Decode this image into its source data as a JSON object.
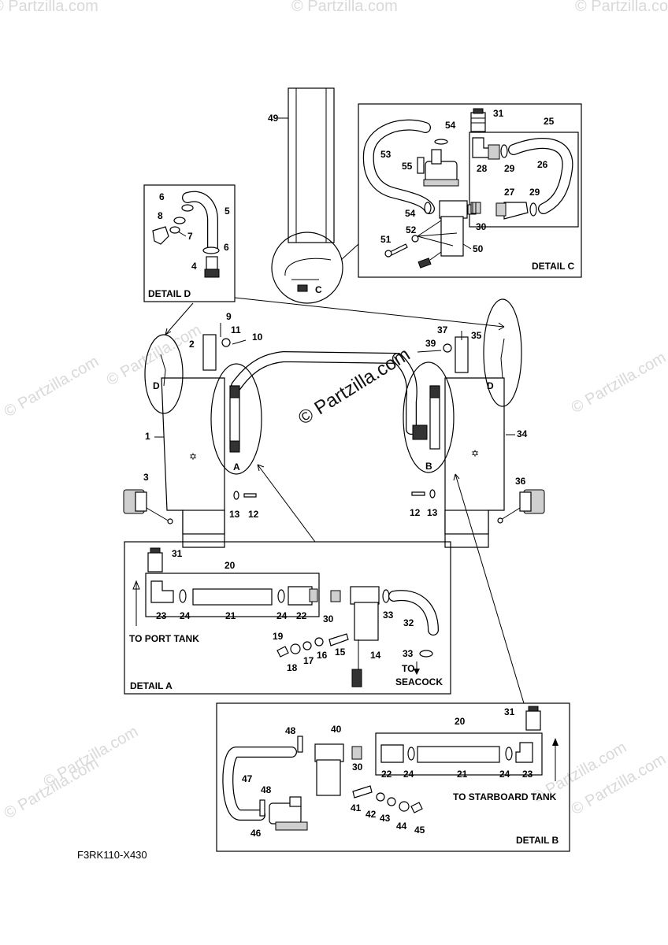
{
  "watermark": {
    "text": "© Partzilla.com",
    "center_text": "© Partzilla.com"
  },
  "diagram_code": "F3RK110-X430",
  "details": {
    "a": {
      "title": "DETAIL A",
      "to_tank": "TO PORT TANK",
      "to_seacock_1": "TO",
      "to_seacock_2": "SEACOCK"
    },
    "b": {
      "title": "DETAIL B",
      "to_tank": "TO STARBOARD TANK"
    },
    "c": {
      "title": "DETAIL C"
    },
    "d": {
      "title": "DETAIL D"
    }
  },
  "callouts": {
    "main_a": "A",
    "main_b": "B",
    "main_c": "C",
    "main_d_left": "D",
    "main_d_right": "D"
  },
  "parts": {
    "p1": "1",
    "p2": "2",
    "p3": "3",
    "p4": "4",
    "p5": "5",
    "p6a": "6",
    "p6b": "6",
    "p7": "7",
    "p8": "8",
    "p9": "9",
    "p10": "10",
    "p11": "11",
    "p12a": "12",
    "p12b": "12",
    "p13a": "13",
    "p13b": "13",
    "p14": "14",
    "p15": "15",
    "p16": "16",
    "p17": "17",
    "p18": "18",
    "p19": "19",
    "p20a": "20",
    "p20b": "20",
    "p21a": "21",
    "p21b": "21",
    "p22a": "22",
    "p22b": "22",
    "p23a": "23",
    "p23b": "23",
    "p24a": "24",
    "p24b": "24",
    "p24c": "24",
    "p24d": "24",
    "p25": "25",
    "p26": "26",
    "p27": "27",
    "p28": "28",
    "p29a": "29",
    "p29b": "29",
    "p30a": "30",
    "p30b": "30",
    "p30c": "30",
    "p31a": "31",
    "p31b": "31",
    "p31c": "31",
    "p32": "32",
    "p33a": "33",
    "p33b": "33",
    "p34": "34",
    "p35": "35",
    "p36": "36",
    "p37": "37",
    "p39": "39",
    "p40": "40",
    "p41": "41",
    "p42": "42",
    "p43": "43",
    "p44": "44",
    "p45": "45",
    "p46": "46",
    "p47": "47",
    "p48a": "48",
    "p48b": "48",
    "p49": "49",
    "p50": "50",
    "p51": "51",
    "p52": "52",
    "p53": "53",
    "p54a": "54",
    "p54b": "54",
    "p55": "55"
  }
}
